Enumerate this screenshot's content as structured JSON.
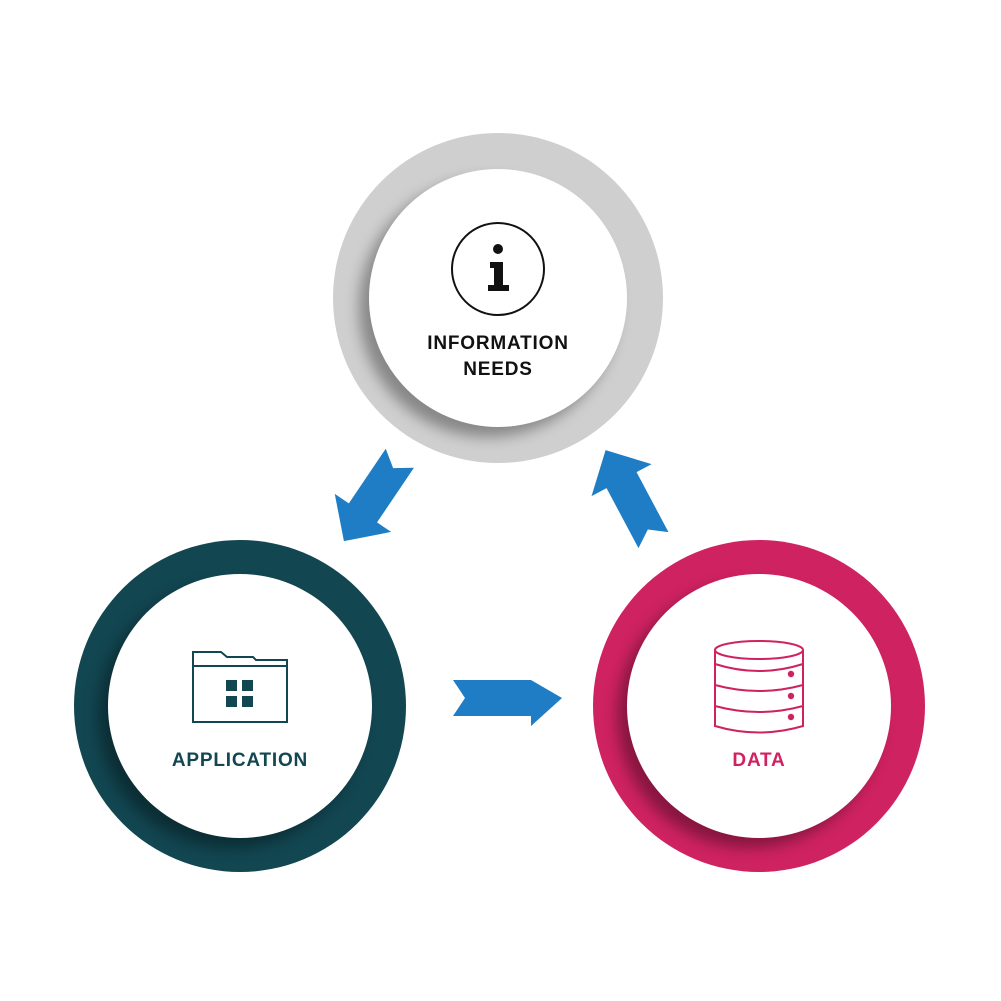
{
  "nodes": {
    "information_needs": {
      "label_line1": "INFORMATION",
      "label_line2": "NEEDS",
      "icon": "info-icon",
      "ring_color": "#cfcfcf",
      "text_color": "#111111"
    },
    "application": {
      "label": "APPLICATION",
      "icon": "folder-app-icon",
      "ring_color": "#124651",
      "text_color": "#124651"
    },
    "data": {
      "label": "DATA",
      "icon": "database-icon",
      "ring_color": "#cf2261",
      "text_color": "#cf2261"
    }
  },
  "arrows": {
    "color": "#1e7dc4",
    "flow": [
      "information_needs",
      "application",
      "data",
      "information_needs"
    ]
  }
}
